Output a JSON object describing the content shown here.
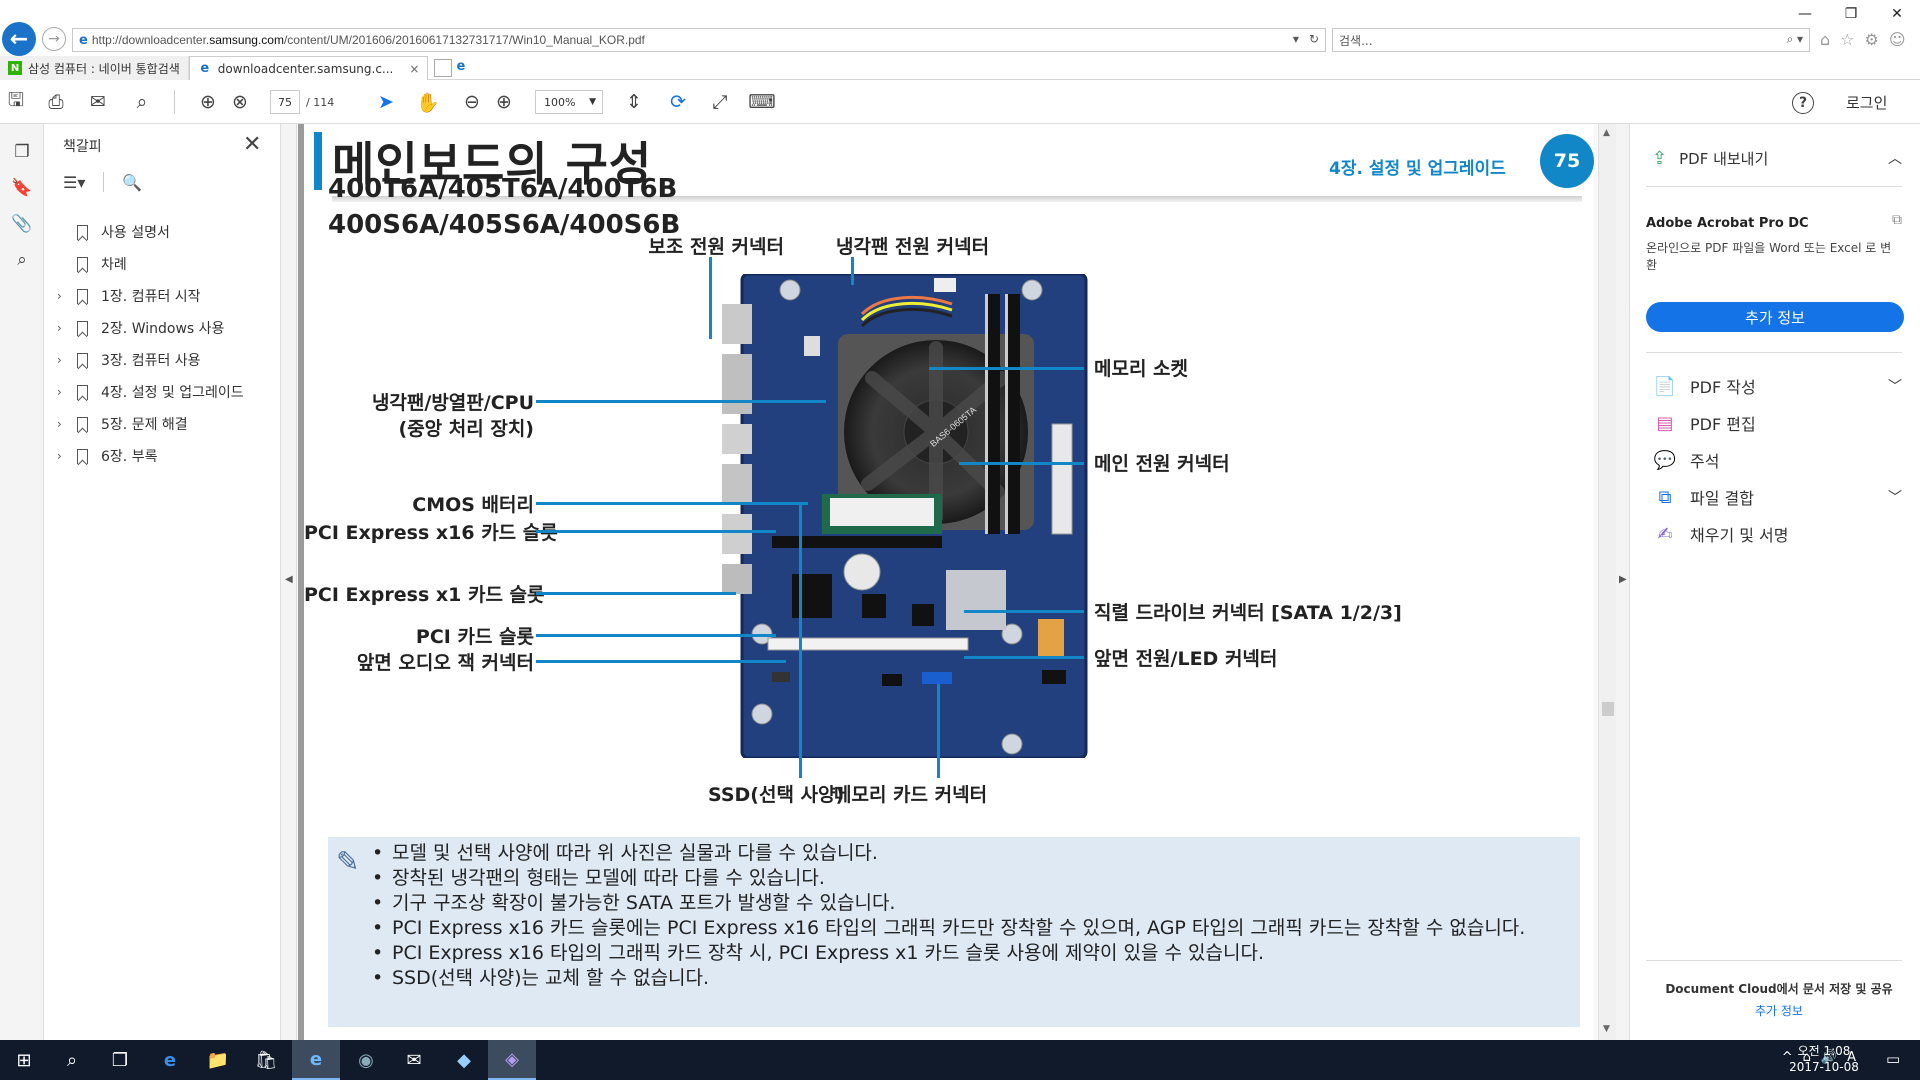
{
  "browser": {
    "url_prefix": "http://downloadcenter.",
    "url_domain": "samsung.com",
    "url_suffix": "/content/UM/201606/20160617132731717/Win10_Manual_KOR.pdf",
    "search_placeholder": "검색...",
    "tabs": [
      {
        "label": "삼성 컴퓨터 : 네이버 통합검색",
        "favicon": "N",
        "favicon_color": "#2db400"
      },
      {
        "label": "downloadcenter.samsung.c...",
        "favicon": "e",
        "favicon_color": "#1a73c9",
        "close": "×"
      }
    ],
    "window_controls": [
      "—",
      "❐",
      "✕"
    ]
  },
  "toolbar": {
    "page_current": "75",
    "page_total": "/ 114",
    "zoom": "100%",
    "help": "?",
    "login": "로그인"
  },
  "bookmarks": {
    "title": "책갈피",
    "items": [
      {
        "label": "사용 설명서",
        "expandable": false
      },
      {
        "label": "차례",
        "expandable": false
      },
      {
        "label": "1장. 컴퓨터 시작",
        "expandable": true
      },
      {
        "label": "2장. Windows 사용",
        "expandable": true
      },
      {
        "label": "3장. 컴퓨터 사용",
        "expandable": true
      },
      {
        "label": "4장. 설정 및 업그레이드",
        "expandable": true
      },
      {
        "label": "5장. 문제 해결",
        "expandable": true
      },
      {
        "label": "6장. 부록",
        "expandable": true
      }
    ]
  },
  "page": {
    "title": "메인보드의 구성",
    "chapter": "4장. 설정 및 업그레이드",
    "number": "75",
    "model_line1": "400T6A/405T6A/400T6B",
    "model_line2": "400S6A/405S6A/400S6B",
    "callouts": {
      "aux_power": "보조 전원 커넥터",
      "fan_power": "냉각팬 전원 커넥터",
      "memory_socket": "메모리 소켓",
      "cpu_line1": "냉각팬/방열판/CPU",
      "cpu_line2": "(중앙 처리 장치)",
      "main_power": "메인 전원 커넥터",
      "cmos": "CMOS 배터리",
      "pcie16": "PCI Express x16 카드 슬롯",
      "pcie1": "PCI Express x1 카드 슬롯",
      "sata": "직렬 드라이브 커넥터 [SATA 1/2/3]",
      "pci": "PCI 카드 슬롯",
      "front_audio": "앞면 오디오 잭 커넥터",
      "front_power": "앞면 전원/LED 커넥터",
      "ssd": "SSD(선택 사양)",
      "card_reader": "메모리 카드 커넥터"
    },
    "notes": [
      "모델 및 선택 사양에 따라 위 사진은 실물과 다를 수 있습니다.",
      "장착된 냉각팬의 형태는 모델에 따라 다를 수 있습니다.",
      "기구 구조상 확장이 불가능한 SATA 포트가 발생할 수 있습니다.",
      "PCI Express x16 카드 슬롯에는 PCI Express x16 타입의 그래픽 카드만 장착할 수 있으며, AGP 타입의 그래픽 카드는 장착할 수 없습니다.",
      "PCI Express x16 타입의 그래픽 카드 장착 시, PCI Express x1 카드 슬롯 사용에 제약이 있을 수 있습니다.",
      "SSD(선택 사양)는 교체 할 수 없습니다."
    ],
    "cpu_label": "BAS6-0605TA"
  },
  "tools_pane": {
    "export_label": "PDF 내보내기",
    "acrobat_title": "Adobe Acrobat Pro DC",
    "acrobat_desc": "온라인으로 PDF 파일을 Word 또는 Excel 로 변환",
    "more_info": "추가 정보",
    "items": [
      {
        "label": "PDF 작성",
        "icon": "pdf-create-icon",
        "chevron": true
      },
      {
        "label": "PDF 편집",
        "icon": "pdf-edit-icon",
        "chevron": false
      },
      {
        "label": "주석",
        "icon": "comment-icon",
        "chevron": false
      },
      {
        "label": "파일 결합",
        "icon": "combine-files-icon",
        "chevron": true
      },
      {
        "label": "채우기 및 서명",
        "icon": "fill-sign-icon",
        "chevron": false
      }
    ],
    "doc_cloud": "Document Cloud에서 문서 저장 및 공유",
    "doc_cloud_link": "추가 정보"
  },
  "taskbar": {
    "time": "오전 1:08",
    "date": "2017-10-08",
    "ime": "A"
  },
  "colors": {
    "accent": "#1187c8",
    "button_blue": "#1473e6",
    "notes_bg": "#dfe9f4",
    "taskbar": "#101a2a"
  }
}
